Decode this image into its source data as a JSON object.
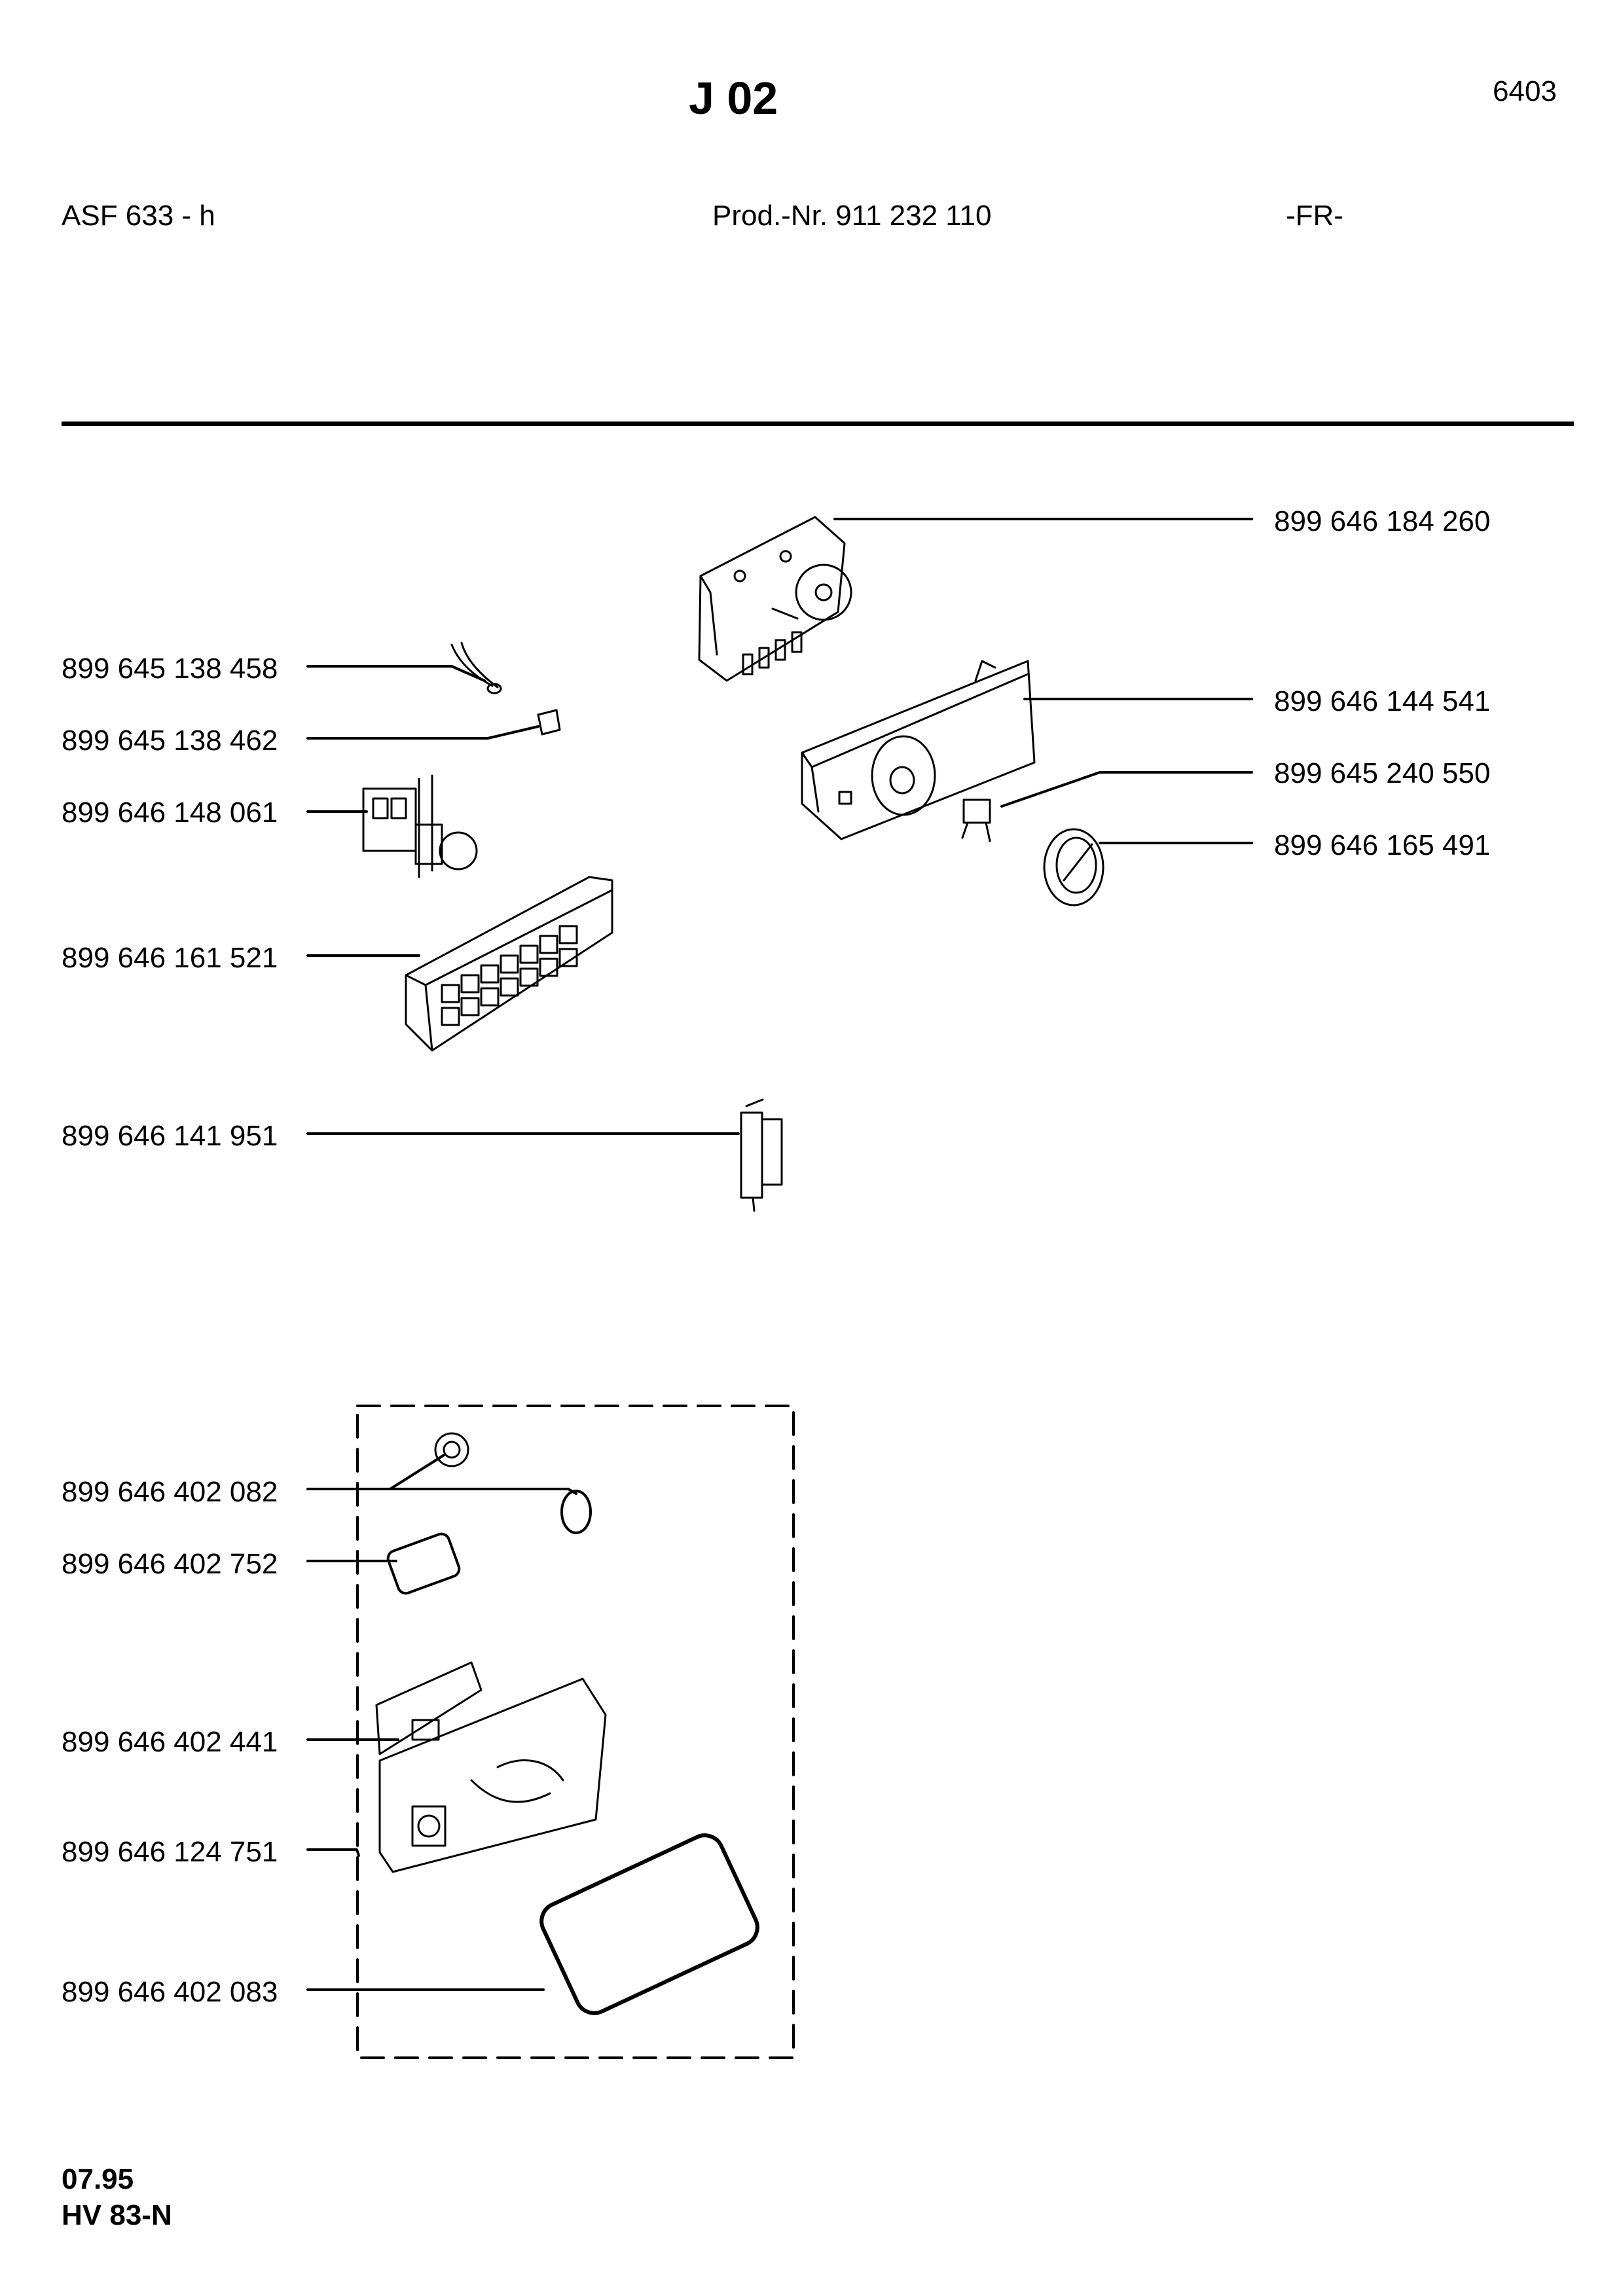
{
  "header": {
    "title": "J 02",
    "page_number": "6403",
    "model": "ASF 633 - h",
    "product_number": "Prod.-Nr. 911 232 110",
    "country": "-FR-"
  },
  "parts": {
    "p1": "899 646 184 260",
    "p2": "899 645 138 458",
    "p3": "899 646 144 541",
    "p4": "899 645 138 462",
    "p5": "899 645 240 550",
    "p6": "899 646 148 061",
    "p7": "899 646 165 491",
    "p8": "899 646 161 521",
    "p9": "899 646 141 951",
    "p10": "899 646 402 082",
    "p11": "899 646 402 752",
    "p12": "899 646 402 441",
    "p13": "899 646 124 751",
    "p14": "899 646 402 083"
  },
  "footer": {
    "date": "07.95",
    "code": "HV 83-N"
  }
}
